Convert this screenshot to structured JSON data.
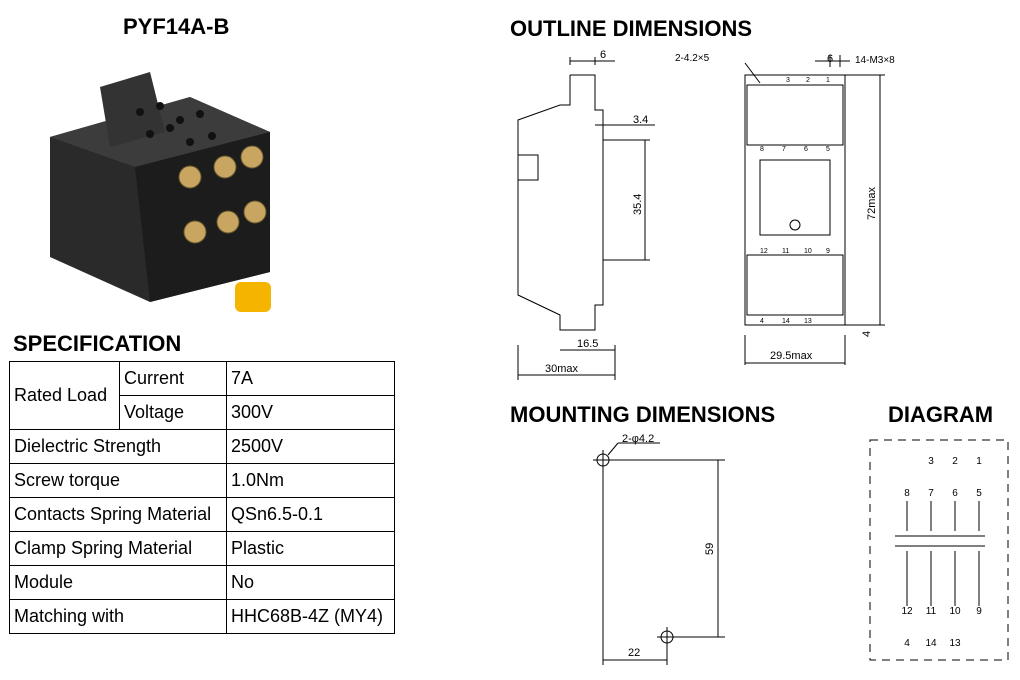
{
  "product": {
    "title": "PYF14A-B"
  },
  "spec": {
    "title": "SPECIFICATION",
    "rows": [
      {
        "label": "Rated Load",
        "sub": "Current",
        "value": "7A"
      },
      {
        "label": "Rated Load",
        "sub": "Voltage",
        "value": "300V"
      },
      {
        "label": "Dielectric Strength",
        "value": "2500V"
      },
      {
        "label": "Screw torque",
        "value": "1.0Nm"
      },
      {
        "label": "Contacts Spring Material",
        "value": "QSn6.5-0.1"
      },
      {
        "label": "Clamp Spring Material",
        "value": "Plastic"
      },
      {
        "label": "Module",
        "value": "No"
      },
      {
        "label": "Matching with",
        "value": "HHC68B-4Z (MY4)"
      }
    ]
  },
  "outline": {
    "title": "OUTLINE DIMENSIONS",
    "side": {
      "top": "6",
      "offset": "3.4",
      "height": "35.4",
      "bottom": "16.5",
      "width": "30max"
    },
    "front": {
      "holes": "2-4.2×5",
      "screws": "14-M3×8",
      "top": "6",
      "height": "72max",
      "bottom": "4",
      "width": "29.5max",
      "top_terms": [
        "3",
        "2",
        "1"
      ],
      "upper_terms": [
        "8",
        "7",
        "6",
        "5"
      ],
      "lower_terms": [
        "12",
        "11",
        "10",
        "9"
      ],
      "bottom_terms": [
        "4",
        "14",
        "13"
      ]
    }
  },
  "mounting": {
    "title": "MOUNTING DIMENSIONS",
    "hole": "2-φ4.2",
    "height": "59",
    "width": "22"
  },
  "diagram": {
    "title": "DIAGRAM",
    "row1": [
      "3",
      "2",
      "1"
    ],
    "row2": [
      "8",
      "7",
      "6",
      "5"
    ],
    "row3": [
      "12",
      "11",
      "10",
      "9"
    ],
    "row4": [
      "4",
      "14",
      "13"
    ]
  }
}
